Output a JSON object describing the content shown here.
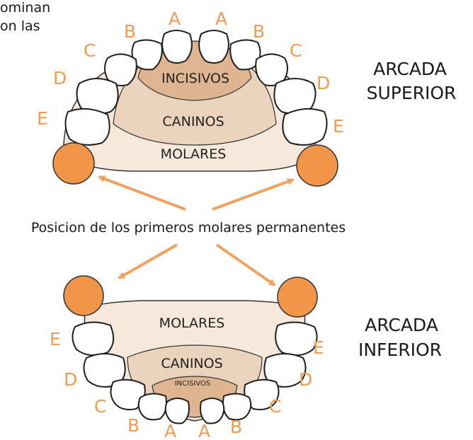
{
  "top_note": {
    "line1": "ominan",
    "line2": "on las"
  },
  "upper_arch": {
    "title_line1": "ARCADA",
    "title_line2": "SUPERIOR",
    "zone_incisors": "INCISIVOS",
    "zone_canines": "CANINOS",
    "zone_molars": "MOLARES",
    "tooth_letters": [
      "A",
      "A",
      "B",
      "B",
      "C",
      "C",
      "D",
      "D",
      "E",
      "E"
    ]
  },
  "lower_arch": {
    "title_line1": "ARCADA",
    "title_line2": "INFERIOR",
    "zone_incisors": "INCISIVOS",
    "zone_canines": "CANINOS",
    "zone_molars": "MOLARES",
    "tooth_letters": [
      "A",
      "A",
      "B",
      "B",
      "C",
      "C",
      "D",
      "D",
      "E",
      "E"
    ]
  },
  "center_caption": "Posicion de los primeros molares permanentes",
  "colors": {
    "letter": "#f29a4e",
    "molar_disc": "#f19548",
    "arrow": "#f2a25e",
    "zone_incisors": "#dfb591",
    "zone_canines": "#ecd3bd",
    "zone_molars": "#f7e8dc",
    "tooth_outline": "#1e1e1e"
  }
}
